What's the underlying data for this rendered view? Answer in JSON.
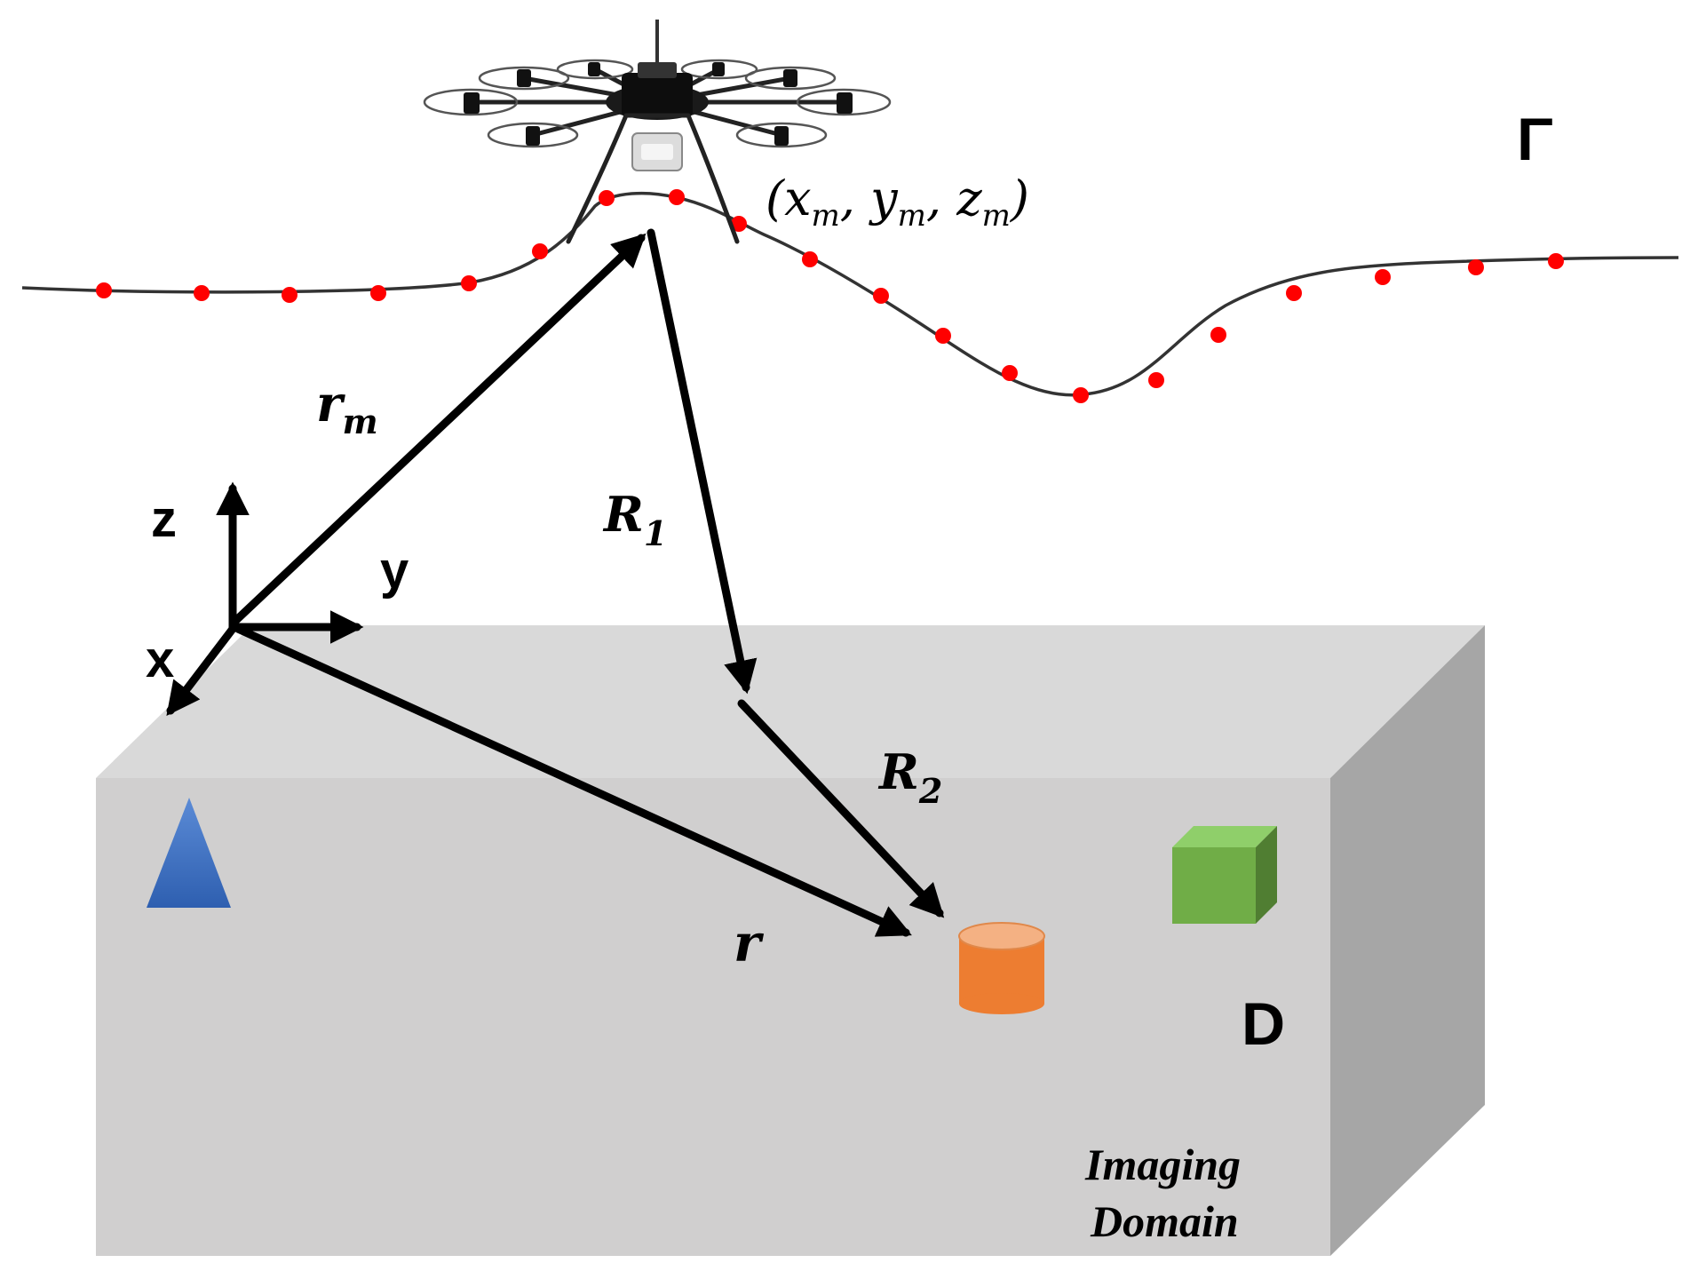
{
  "labels": {
    "gamma": "Γ",
    "drone_position": "(x",
    "drone_pos_m1": "m",
    "drone_pos_sep1": ", y",
    "drone_pos_m2": "m",
    "drone_pos_sep2": ", z",
    "drone_pos_m3": "m",
    "drone_pos_close": ")",
    "r_m_base": "r",
    "r_m_sub": "m",
    "R1_base": "R",
    "R1_sub": "1",
    "R2_base": "R",
    "R2_sub": "2",
    "r": "r",
    "axis_z": "z",
    "axis_y": "y",
    "axis_x": "x",
    "domain_D": "D",
    "imaging_line1": "Imaging",
    "imaging_line2": "Domain"
  },
  "colors": {
    "trajectory_line": "#333333",
    "sample_point": "#ff0000",
    "box_front": "#d0cfcf",
    "box_top": "#d9d9d9",
    "box_side": "#a6a6a6",
    "triangle": "#4472c4",
    "cube_front": "#70ad47",
    "cube_top": "#8fcf6a",
    "cube_side": "#507e32",
    "cylinder": "#ed7d31",
    "cylinder_top": "#f4b183",
    "arrows": "#000000"
  },
  "icons": {
    "drone": "octocopter-drone-icon",
    "triangle": "blue-pyramid-target",
    "cylinder": "orange-cylinder-target",
    "cube": "green-cube-target"
  }
}
